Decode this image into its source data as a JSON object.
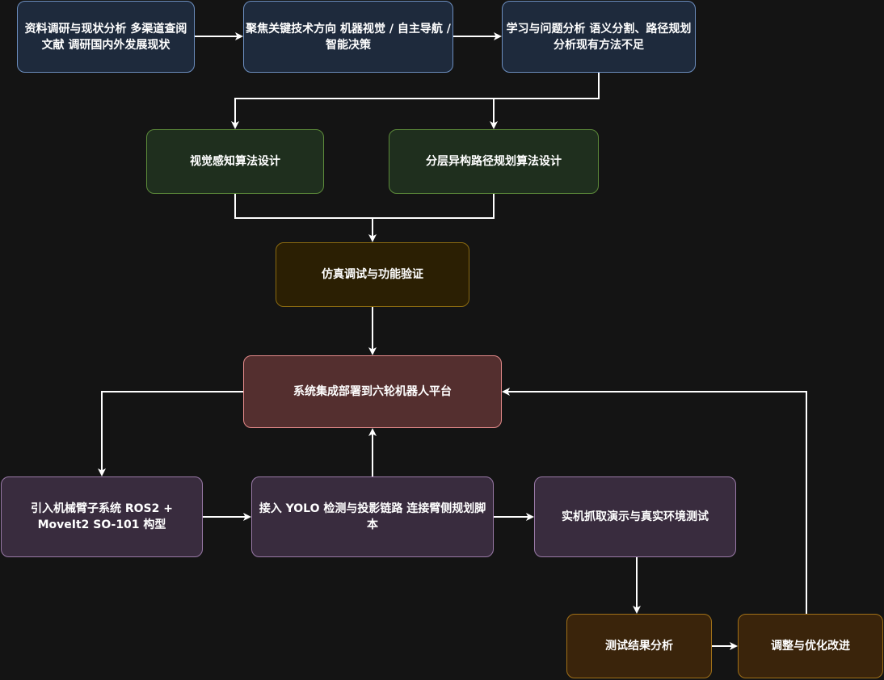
{
  "nodes": {
    "research": {
      "label": "资料调研与现状分析 多渠道查阅文献 调研国内外发展现状"
    },
    "focus": {
      "label": "聚焦关键技术方向 机器视觉 / 自主导航 / 智能决策"
    },
    "study": {
      "label": "学习与问题分析 语义分割、路径规划 分析现有方法不足"
    },
    "vision_design": {
      "label": "视觉感知算法设计"
    },
    "path_design": {
      "label": "分层异构路径规划算法设计"
    },
    "simulation": {
      "label": "仿真调试与功能验证"
    },
    "integration": {
      "label": "系统集成部署到六轮机器人平台"
    },
    "arm_system": {
      "label": "引入机械臂子系统 ROS2 + MoveIt2 SO-101 构型"
    },
    "yolo": {
      "label": "接入 YOLO 检测与投影链路 连接臂侧规划脚本"
    },
    "real_test": {
      "label": "实机抓取演示与真实环境测试"
    },
    "result_analysis": {
      "label": "测试结果分析"
    },
    "optimization": {
      "label": "调整与优化改进"
    }
  },
  "colors": {
    "background": "#141414",
    "edge": "#ffffff",
    "blue_fill": "#1e2a3c",
    "blue_stroke": "#6c8ebf",
    "green_fill": "#1f2f1e",
    "green_stroke": "#5c8a3a",
    "amber_fill": "#2b1f03",
    "amber_stroke": "#8a6a10",
    "red_fill": "#542f2f",
    "red_stroke": "#e48a8a",
    "purple_fill": "#392c3e",
    "purple_stroke": "#9a7aa8",
    "orange_fill": "#3a240b",
    "orange_stroke": "#a07018"
  }
}
